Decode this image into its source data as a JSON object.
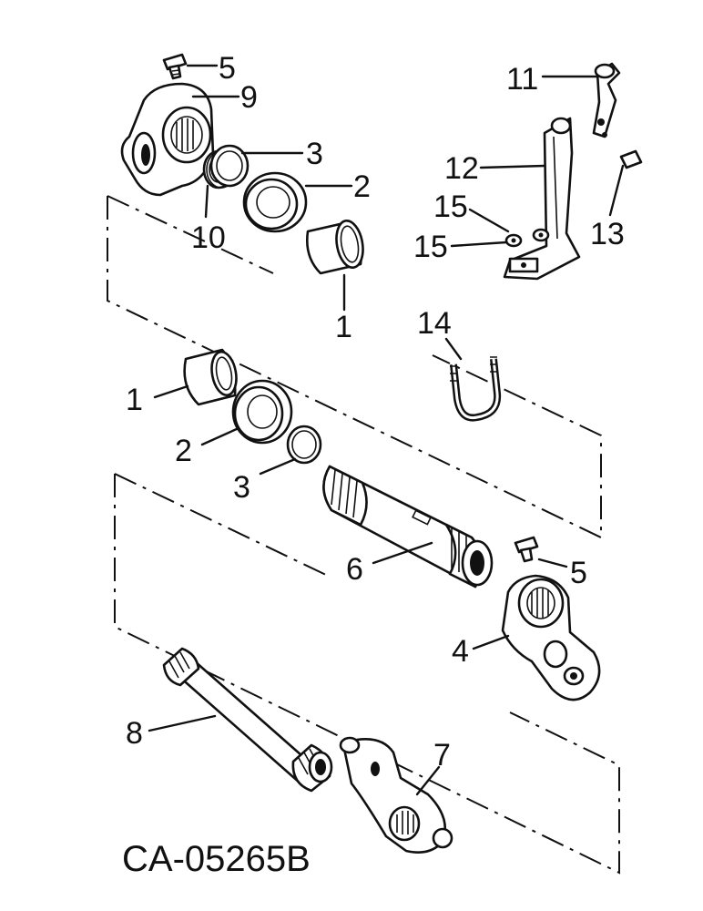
{
  "drawing_code": "CA-05265B",
  "callouts": {
    "c5_top": "5",
    "c9": "9",
    "c3_top": "3",
    "c2_top": "2",
    "c10": "10",
    "c1_top": "1",
    "c11": "11",
    "c12": "12",
    "c15_a": "15",
    "c15_b": "15",
    "c13": "13",
    "c14": "14",
    "c1_mid": "1",
    "c2_mid": "2",
    "c3_mid": "3",
    "c6": "6",
    "c5_mid": "5",
    "c4": "4",
    "c8": "8",
    "c7": "7"
  }
}
